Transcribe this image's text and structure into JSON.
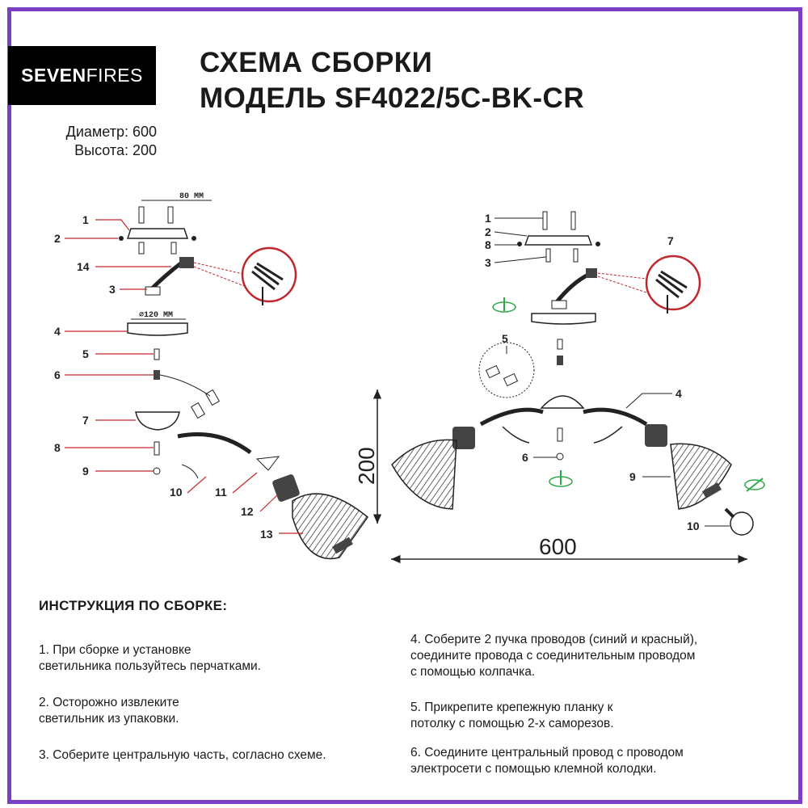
{
  "brand": {
    "bold": "SEVEN",
    "light": "FIRES"
  },
  "title": {
    "line1": "СХЕМА СБОРКИ",
    "line2": "МОДЕЛЬ SF4022/5C-BK-CR"
  },
  "dimensions": {
    "diameter": "Диаметр: 600",
    "height": "Высота: 200"
  },
  "left_diagram": {
    "labels": [
      "1",
      "2",
      "14",
      "3",
      "4",
      "5",
      "6",
      "7",
      "8",
      "9",
      "10",
      "11",
      "12",
      "13"
    ],
    "measure_80": "80 ММ",
    "measure_120": "⌀120 ММ"
  },
  "right_diagram": {
    "labels": [
      "1",
      "2",
      "8",
      "3",
      "7",
      "5",
      "4",
      "6",
      "9",
      "10"
    ],
    "height_value": "200",
    "width_value": "600"
  },
  "instructions": {
    "heading": "ИНСТРУКЦИЯ ПО СБОРКЕ:",
    "step1_l1": "1. При сборке и установке",
    "step1_l2": "светильника пользуйтесь перчатками.",
    "step2_l1": "2. Осторожно извлеките",
    "step2_l2": "светильник из упаковки.",
    "step3": "3. Соберите центральную часть, согласно схеме.",
    "step4_l1": "4. Соберите 2 пучка проводов (синий и красный),",
    "step4_l2": "соедините провода с соединительным проводом",
    "step4_l3": "с помощью колпачка.",
    "step5_l1": "5. Прикрепите крепежную планку к",
    "step5_l2": "потолку с помощью 2-х саморезов.",
    "step6_l1": "6. Соедините центральный провод с проводом",
    "step6_l2": "электросети с помощью клемной колодки."
  },
  "colors": {
    "frame": "#7a3fc4",
    "leader": "#c0282d",
    "arrow_green": "#2ea84a"
  }
}
